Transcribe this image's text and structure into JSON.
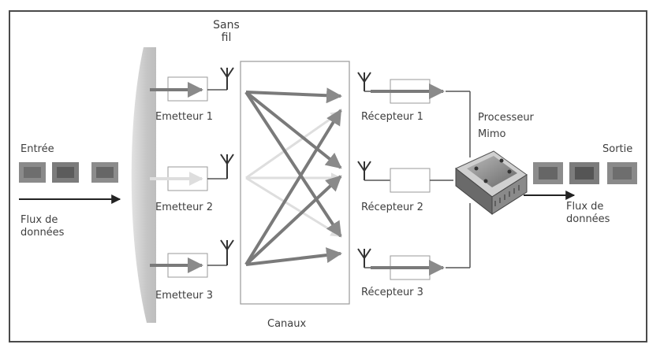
{
  "title": "Sans\nfil",
  "input": {
    "label": "Entrée",
    "flow_label": "Flux de\ndonnées"
  },
  "output": {
    "label": "Sortie",
    "flow_label": "Flux de\ndonnées"
  },
  "emitters": [
    {
      "label": "Emetteur 1"
    },
    {
      "label": "Emetteur 2"
    },
    {
      "label": "Emetteur 3"
    }
  ],
  "receivers": [
    {
      "label": "Récepteur 1"
    },
    {
      "label": "Récepteur 2"
    },
    {
      "label": "Récepteur 3"
    }
  ],
  "channels": {
    "label": "Canaux"
  },
  "processor": {
    "label": "Processeur\nMimo"
  },
  "colors": {
    "arrow_dark": "#777777",
    "arrow_faint": "#d8d8d8",
    "panel": "#c9c9c9",
    "box_border": "#999999",
    "chip": "#8a8a8a"
  }
}
